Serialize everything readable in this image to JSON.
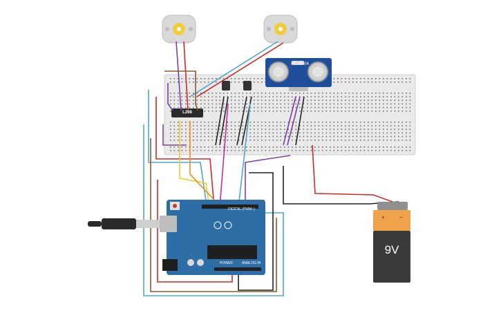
{
  "circuit": {
    "battery_label": "9V",
    "battery_plus": "+",
    "battery_minus": "−",
    "driver_chip_label": "L298",
    "sensor_label": "HC-SR04",
    "arduino_power_label": "POWER",
    "arduino_analog_label": "ANALOG IN",
    "arduino_digital_label": "DIGITAL (PWM~)"
  },
  "colors": {
    "breadboard": "#e9e9e9",
    "arduino": "#2d6ea6",
    "sensor": "#1f4f9a",
    "battery_top": "#f0a24a",
    "battery_body": "#3a3a3a",
    "motor": "#d9d9d9",
    "motor_center": "#f2cd3b",
    "wire_red": "#d32626",
    "wire_black": "#222222",
    "wire_purple": "#7a3fa8",
    "wire_brown": "#8a5a2b",
    "wire_cyan": "#4aa8c8",
    "wire_green": "#4caf50",
    "wire_orange": "#ef8a1f",
    "wire_yellow": "#e8cf2a",
    "wire_magenta": "#c02d9c"
  }
}
